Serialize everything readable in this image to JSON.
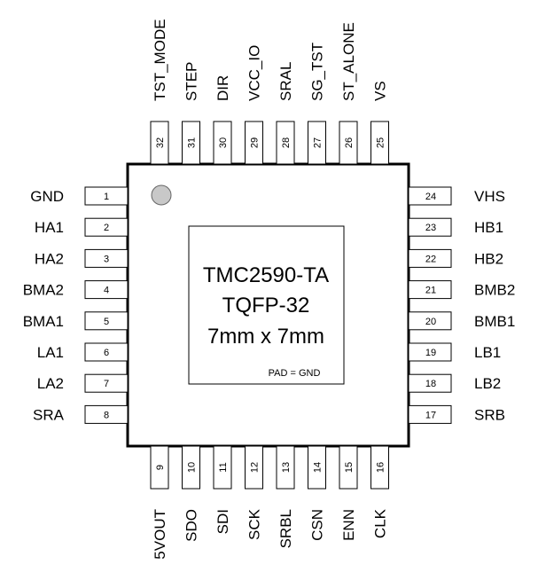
{
  "chip": {
    "title_lines": [
      "TMC2590-TA",
      "TQFP-32",
      "7mm x 7mm"
    ],
    "pad_note": "PAD = GND"
  },
  "pins": {
    "left": [
      {
        "num": "1",
        "name": "GND"
      },
      {
        "num": "2",
        "name": "HA1"
      },
      {
        "num": "3",
        "name": "HA2"
      },
      {
        "num": "4",
        "name": "BMA2"
      },
      {
        "num": "5",
        "name": "BMA1"
      },
      {
        "num": "6",
        "name": "LA1"
      },
      {
        "num": "7",
        "name": "LA2"
      },
      {
        "num": "8",
        "name": "SRA"
      }
    ],
    "bottom": [
      {
        "num": "9",
        "name": "5VOUT"
      },
      {
        "num": "10",
        "name": "SDO"
      },
      {
        "num": "11",
        "name": "SDI"
      },
      {
        "num": "12",
        "name": "SCK"
      },
      {
        "num": "13",
        "name": "SRBL"
      },
      {
        "num": "14",
        "name": "CSN"
      },
      {
        "num": "15",
        "name": "ENN"
      },
      {
        "num": "16",
        "name": "CLK"
      }
    ],
    "right": [
      {
        "num": "24",
        "name": "VHS"
      },
      {
        "num": "23",
        "name": "HB1"
      },
      {
        "num": "22",
        "name": "HB2"
      },
      {
        "num": "21",
        "name": "BMB2"
      },
      {
        "num": "20",
        "name": "BMB1"
      },
      {
        "num": "19",
        "name": "LB1"
      },
      {
        "num": "18",
        "name": "LB2"
      },
      {
        "num": "17",
        "name": "SRB"
      }
    ],
    "top": [
      {
        "num": "32",
        "name": "TST_MODE"
      },
      {
        "num": "31",
        "name": "STEP"
      },
      {
        "num": "30",
        "name": "DIR"
      },
      {
        "num": "29",
        "name": "VCC_IO"
      },
      {
        "num": "28",
        "name": "SRAL"
      },
      {
        "num": "27",
        "name": "SG_TST"
      },
      {
        "num": "26",
        "name": "ST_ALONE"
      },
      {
        "num": "25",
        "name": "VS"
      }
    ]
  },
  "colors": {
    "outline": "#000000",
    "pin1_marker": "#c8c8c8",
    "background": "#ffffff"
  }
}
